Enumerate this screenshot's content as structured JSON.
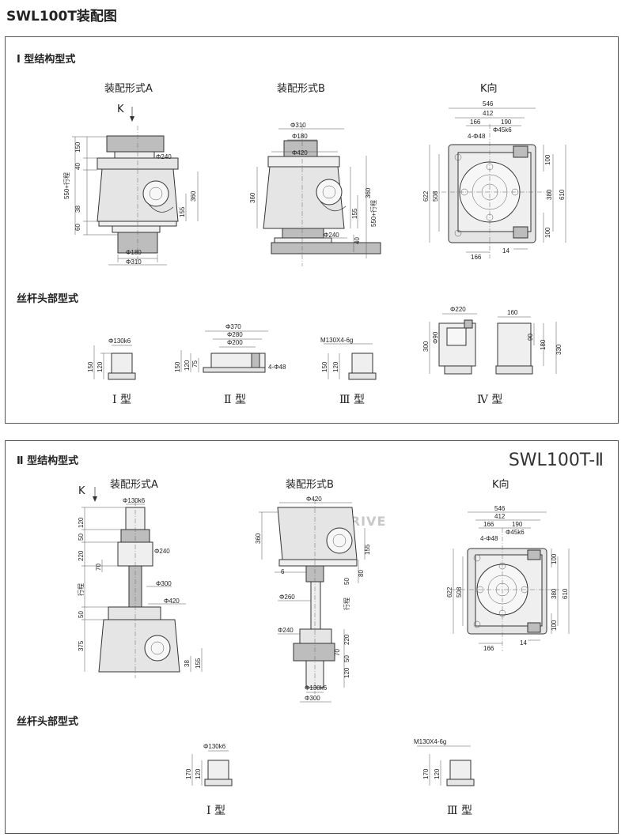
{
  "page_title": "SWL100T装配图",
  "panel1": {
    "section_title": "Ⅰ 型结构型式",
    "views": {
      "a": "装配形式A",
      "b": "装配形式B",
      "k": "K向"
    },
    "k_arrow": "K",
    "spindle_title": "丝杆头部型式",
    "types": [
      "Ⅰ 型",
      "Ⅱ 型",
      "Ⅲ 型",
      "Ⅳ 型"
    ],
    "dims_a": [
      "150",
      "40",
      "550+行程",
      "38",
      "60",
      "Φ240",
      "360",
      "155",
      "Φ180",
      "Φ310"
    ],
    "dims_b": [
      "Φ310",
      "Φ180",
      "Φ420",
      "360",
      "360",
      "155",
      "550+行程",
      "40",
      "Φ240"
    ],
    "dims_k": [
      "546",
      "412",
      "166",
      "190",
      "4-Φ48",
      "Φ45k6",
      "622",
      "508",
      "100",
      "380",
      "610",
      "100",
      "166",
      "14"
    ],
    "dims_t1": [
      "Φ130k6",
      "150",
      "120"
    ],
    "dims_t2": [
      "Φ370",
      "Φ280",
      "Φ200",
      "150",
      "120",
      "75",
      "4-Φ48"
    ],
    "dims_t3": [
      "M130X4-6g",
      "150",
      "120"
    ],
    "dims_t4": [
      "Φ220",
      "300",
      "Φ90",
      "160",
      "90",
      "180",
      "330"
    ]
  },
  "panel2": {
    "section_title": "Ⅱ 型结构型式",
    "model": "SWL100T-Ⅱ",
    "views": {
      "a": "装配形式A",
      "b": "装配形式B",
      "k": "K向"
    },
    "k_arrow": "K",
    "watermark": "GOZUO DRIVE",
    "spindle_title": "丝杆头部型式",
    "types": [
      "Ⅰ 型",
      "Ⅲ 型"
    ],
    "dims_a": [
      "Φ130k6",
      "120",
      "50",
      "220",
      "70",
      "Φ240",
      "Φ300",
      "行程",
      "Φ420",
      "50",
      "375",
      "38",
      "155"
    ],
    "dims_b": [
      "Φ420",
      "360",
      "155",
      "6",
      "80",
      "50",
      "Φ260",
      "行程",
      "Φ240",
      "220",
      "70",
      "50",
      "120",
      "Φ130k6",
      "Φ300"
    ],
    "dims_k": [
      "546",
      "412",
      "166",
      "190",
      "4-Φ48",
      "Φ45k6",
      "622",
      "508",
      "100",
      "380",
      "610",
      "100",
      "166",
      "14"
    ],
    "dims_t1": [
      "Φ130k6",
      "170",
      "120"
    ],
    "dims_t3": [
      "M130X4-6g",
      "170",
      "120"
    ]
  }
}
